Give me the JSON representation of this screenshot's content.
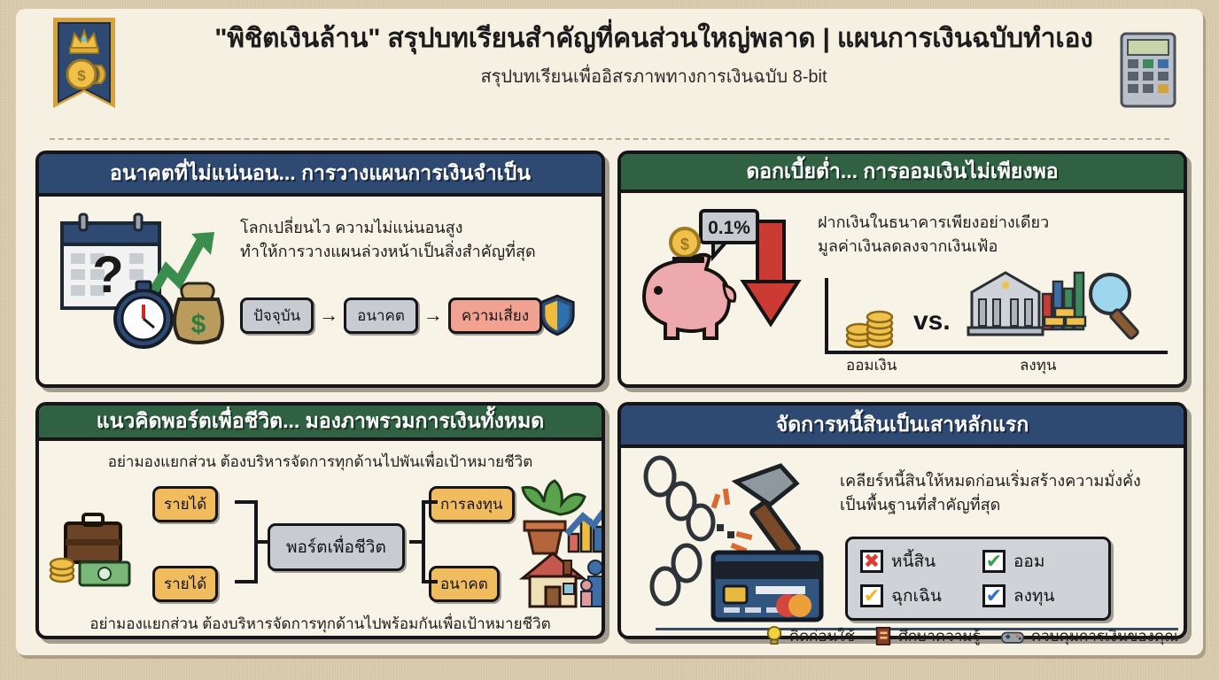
{
  "header": {
    "title": "\"พิชิตเงินล้าน\" สรุปบทเรียนสำคัญที่คนส่วนใหญ่พลาด | แผนการเงินฉบับทำเอง",
    "subtitle": "สรุปบทเรียนเพื่ออิสรภาพทางการเงินฉบับ 8-bit",
    "banner_icon": "crown-coin-banner-icon",
    "calculator_icon": "calculator-icon"
  },
  "panels": {
    "p1": {
      "heading": "อนาคตที่ไม่แน่นอน... การวางแผนการเงินจำเป็น",
      "line1": "โลกเปลี่ยนไว ความไม่แน่นอนสูง",
      "line2": "ทำให้การวางแผนล่วงหน้าเป็นสิ่งสำคัญที่สุด",
      "flow": [
        {
          "label": "ปัจจุบัน",
          "style": "neutral"
        },
        {
          "label": "อนาคต",
          "style": "neutral"
        },
        {
          "label": "ความเสี่ยง",
          "style": "risk"
        }
      ],
      "arrow": "→",
      "art": "calendar-question-stopwatch-moneybag"
    },
    "p2": {
      "heading": "ดอกเบี้ยต่ำ... การออมเงินไม่เพียงพอ",
      "line1": "ฝากเงินในธนาคารเพียงอย่างเดียว",
      "line2": "มูลค่าเงินลดลงจากเงินเฟ้อ",
      "rate_bubble": "0.1%",
      "vs_label": "vs.",
      "left_tick": "ออมเงิน",
      "right_tick": "ลงทุน",
      "art": "piggy-bank-down-arrow"
    },
    "p3": {
      "heading": "แนวคิดพอร์ตเพื่อชีวิต... มองภาพรวมการเงินทั้งหมด",
      "top_text": "อย่ามองแยกส่วน ต้องบริหารจัดการทุกด้านไปพันเพื่อเป้าหมายชีวิต",
      "bottom_text": "อย่ามองแยกส่วน ต้องบริหารจัดการทุกด้านไปพร้อมกันเพื่อเป้าหมายชีวิต",
      "center_node": "พอร์ตเพื่อชีวิต",
      "left_nodes": [
        "รายได้",
        "รายได้"
      ],
      "right_nodes": [
        "การลงทุน",
        "อนาคต"
      ],
      "art_left": "briefcase-coins-cash",
      "art_right": "plant-chart-house-family"
    },
    "p4": {
      "heading": "จัดการหนี้สินเป็นเสาหลักแรก",
      "line1": "เคลียร์หนี้สินให้หมดก่อนเริ่มสร้างความมั่งคั่ง",
      "line2": "เป็นพื้นฐานที่สำคัญที่สุด",
      "checklist": [
        {
          "label": "หนี้สิน",
          "mark": "✖",
          "color": "#e03b32"
        },
        {
          "label": "ออม",
          "mark": "✔",
          "color": "#3fa04a"
        },
        {
          "label": "ฉุกเฉิน",
          "mark": "✔",
          "color": "#f2b52c"
        },
        {
          "label": "ลงทุน",
          "mark": "✔",
          "color": "#2a6fd4"
        }
      ],
      "art": "broken-chain-hammer-creditcard"
    }
  },
  "footer": {
    "items": [
      {
        "icon": "lightbulb-icon",
        "label": "คิดก่อนใช้"
      },
      {
        "icon": "book-icon",
        "label": "ศึกษาความรู้"
      },
      {
        "icon": "gamepad-icon",
        "label": "ควบคุมการเงินของคุณ"
      }
    ]
  },
  "colors": {
    "page_bg": "#d9cbac",
    "card_bg": "#f5f0e1",
    "panel_bg": "#f7f3e6",
    "head_blue": "#2e4a72",
    "head_green": "#2f6142",
    "risk_chip": "#f2a291",
    "node_gold": "#f0bc5e",
    "ink": "#15151a"
  }
}
